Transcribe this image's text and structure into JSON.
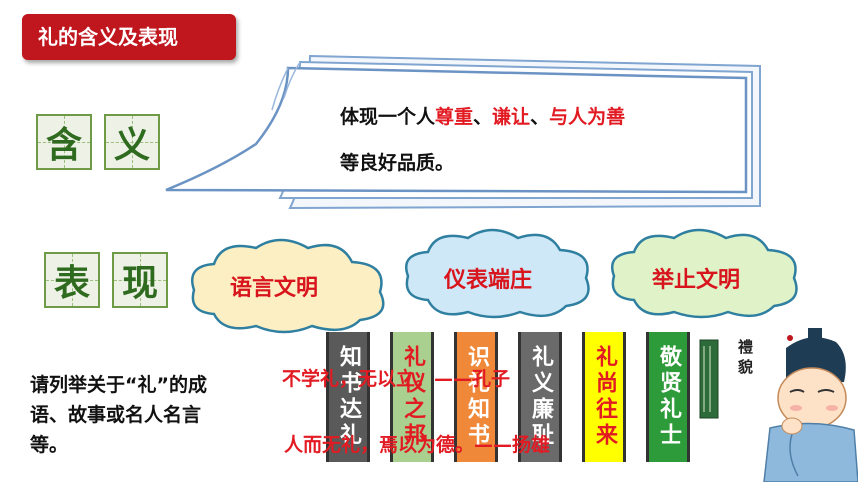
{
  "title": "礼的含义及表现",
  "meaning": {
    "grid_chars": [
      "含",
      "义"
    ],
    "text_parts": [
      {
        "text": "体现一个人",
        "highlight": false
      },
      {
        "text": "尊重",
        "highlight": true
      },
      {
        "text": "、",
        "highlight": false
      },
      {
        "text": "谦让",
        "highlight": true
      },
      {
        "text": "、",
        "highlight": false
      },
      {
        "text": "与人为善",
        "highlight": true
      },
      {
        "text": "等良好品质。",
        "highlight": false
      }
    ]
  },
  "expression": {
    "grid_chars": [
      "表",
      "现"
    ],
    "clouds": [
      "语言文明",
      "仪表端庄",
      "举止文明"
    ]
  },
  "banners": [
    {
      "text": "知书达礼",
      "color": "#5a5a5a"
    },
    {
      "text": "礼仪之邦",
      "color": "#a9d08e"
    },
    {
      "text": "识礼知书",
      "color": "#f0883a"
    },
    {
      "text": "礼义廉耻",
      "color": "#6a6a6a"
    },
    {
      "text": "礼尚往来",
      "color": "#ffff00"
    },
    {
      "text": "敬贤礼士",
      "color": "#2e9b3a"
    }
  ],
  "prompt": "请列举关于“礼”的成语、故事或名人名言等。",
  "quotes": [
    "不学礼，无以立。——孔子",
    "人而无礼，焉以为德。——扬雄"
  ],
  "illustration_calligraphy": "禮貌",
  "colors": {
    "title_bg": "#c0161e",
    "highlight": "#e21b23",
    "grid_text": "#2f6b1f"
  }
}
